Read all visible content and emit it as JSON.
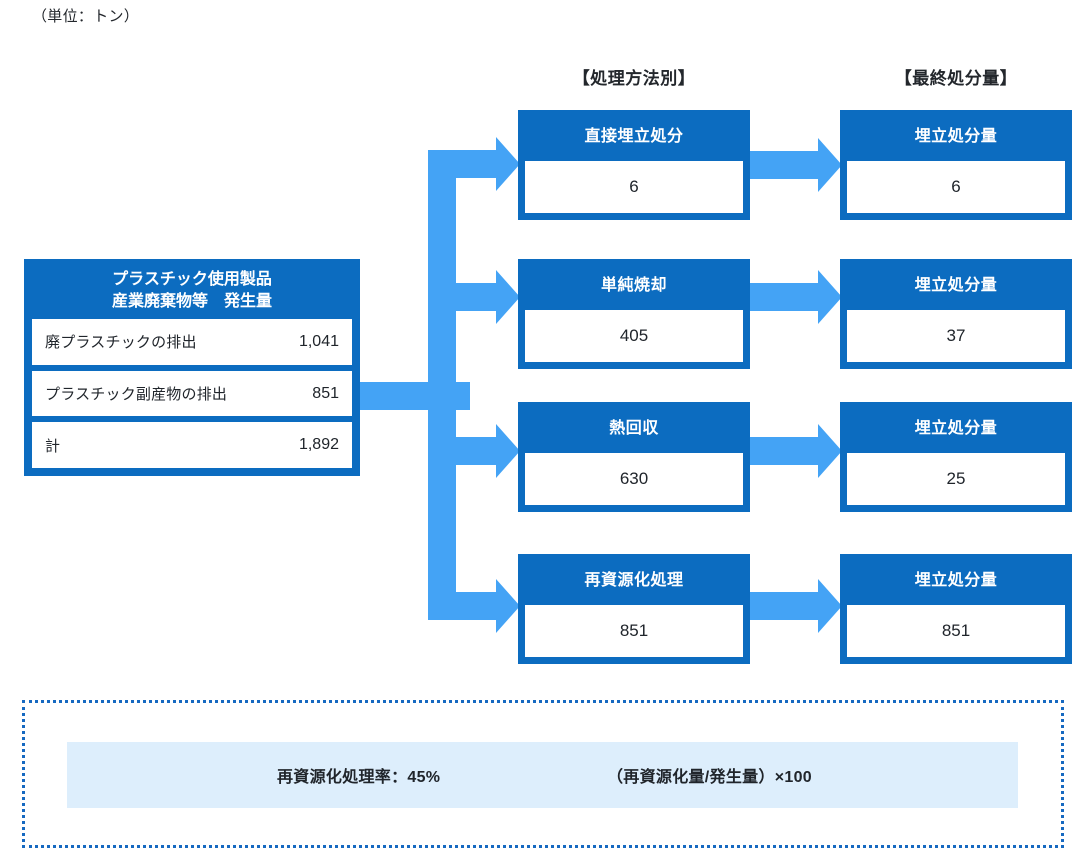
{
  "unit_label": "（単位：トン）",
  "columns": {
    "method_header": "【処理方法別】",
    "final_header": "【最終処分量】"
  },
  "source": {
    "title": "プラスチック使用製品\n産業廃棄物等　発生量",
    "rows": [
      {
        "label": "廃プラスチックの排出",
        "value": "1,041"
      },
      {
        "label": "プラスチック副産物の排出",
        "value": "851"
      },
      {
        "label": "計",
        "value": "1,892"
      }
    ]
  },
  "methods": [
    {
      "title": "直接埋立処分",
      "value": "6"
    },
    {
      "title": "単純焼却",
      "value": "405"
    },
    {
      "title": "熱回収",
      "value": "630"
    },
    {
      "title": "再資源化処理",
      "value": "851"
    }
  ],
  "finals": [
    {
      "title": "埋立処分量",
      "value": "6"
    },
    {
      "title": "埋立処分量",
      "value": "37"
    },
    {
      "title": "埋立処分量",
      "value": "25"
    },
    {
      "title": "埋立処分量",
      "value": "851"
    }
  ],
  "note": {
    "rate": "再資源化処理率：45%",
    "formula": "（再資源化量/発生量）×100"
  },
  "colors": {
    "box_blue": "#0C6CC0",
    "arrow_blue": "#44A3F5",
    "note_fill": "#ddeefc",
    "note_border": "#1669c1",
    "text": "#20252b"
  },
  "chart_data": {
    "type": "diagram",
    "title": "プラスチック使用製品産業廃棄物等の処理フロー",
    "unit": "トン",
    "nodes": [
      {
        "id": "source",
        "label": "プラスチック使用製品産業廃棄物等　発生量",
        "value": 1892
      },
      {
        "id": "source-row-1",
        "label": "廃プラスチックの排出",
        "value": 1041
      },
      {
        "id": "source-row-2",
        "label": "プラスチック副産物の排出",
        "value": 851
      },
      {
        "id": "method-1",
        "label": "直接埋立処分",
        "value": 6
      },
      {
        "id": "method-2",
        "label": "単純焼却",
        "value": 405
      },
      {
        "id": "method-3",
        "label": "熱回収",
        "value": 630
      },
      {
        "id": "method-4",
        "label": "再資源化処理",
        "value": 851
      },
      {
        "id": "final-1",
        "label": "埋立処分量",
        "value": 6
      },
      {
        "id": "final-2",
        "label": "埋立処分量",
        "value": 37
      },
      {
        "id": "final-3",
        "label": "埋立処分量",
        "value": 25
      },
      {
        "id": "final-4",
        "label": "埋立処分量",
        "value": 851
      }
    ],
    "edges": [
      {
        "from": "source",
        "to": "method-1"
      },
      {
        "from": "source",
        "to": "method-2"
      },
      {
        "from": "source",
        "to": "method-3"
      },
      {
        "from": "source",
        "to": "method-4"
      },
      {
        "from": "method-1",
        "to": "final-1"
      },
      {
        "from": "method-2",
        "to": "final-2"
      },
      {
        "from": "method-3",
        "to": "final-3"
      },
      {
        "from": "method-4",
        "to": "final-4"
      }
    ],
    "annotations": [
      "再資源化処理率：45%",
      "（再資源化量/発生量）×100"
    ]
  }
}
